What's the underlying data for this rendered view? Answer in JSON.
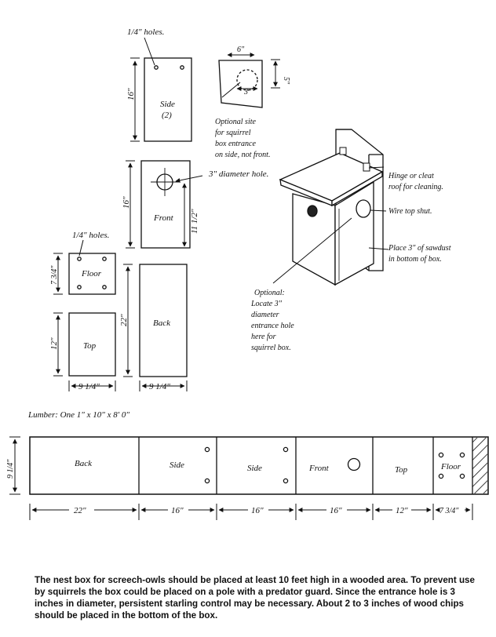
{
  "pieces": {
    "side": {
      "name": "Side",
      "count": "(2)",
      "holes": "1/4\" holes.",
      "height": "16\""
    },
    "squirrel_option": {
      "dim_top": "6\"",
      "dim_right": "5\"",
      "dim_hole": "3\"",
      "note": [
        "Optional site",
        "for squirrel",
        "box entrance",
        "on side, not front."
      ]
    },
    "front": {
      "name": "Front",
      "height": "16\"",
      "hole_height": "11 1/2\"",
      "hole_note": "3\" diameter hole."
    },
    "floor": {
      "name": "Floor",
      "holes": "1/4\" holes.",
      "height": "7 3/4\""
    },
    "top": {
      "name": "Top",
      "height": "12\"",
      "width": "9 1/4\""
    },
    "back": {
      "name": "Back",
      "height": "22\"",
      "width": "9 1/4\""
    }
  },
  "callouts": {
    "hinge": [
      "Hinge or cleat",
      "roof for cleaning."
    ],
    "wire": "Wire top shut.",
    "sawdust": [
      "Place 3\" of sawdust",
      "in bottom of box."
    ],
    "optional": [
      "Optional:",
      "Locate 3\"",
      "diameter",
      "entrance hole",
      "here for",
      "squirrel box."
    ]
  },
  "board": {
    "title": "Lumber: One 1\" x 10\" x 8' 0\"",
    "width_label": "9 1/4\"",
    "segments": [
      {
        "label": "Back",
        "length": "22\""
      },
      {
        "label": "Side",
        "length": "16\""
      },
      {
        "label": "Side",
        "length": "16\""
      },
      {
        "label": "Front",
        "length": "16\""
      },
      {
        "label": "Top",
        "length": "12\""
      },
      {
        "label": "Floor",
        "length": "7 3/4\""
      }
    ]
  },
  "caption": "The nest box for screech-owls should be placed at least 10 feet high in a wooded area.  To prevent use by squirrels the box could be placed on a pole with a predator guard.  Since the entrance hole is 3 inches in diameter, persistent starling control may be necessary.  About 2 to 3 inches of wood chips should be placed in the bottom of the box."
}
